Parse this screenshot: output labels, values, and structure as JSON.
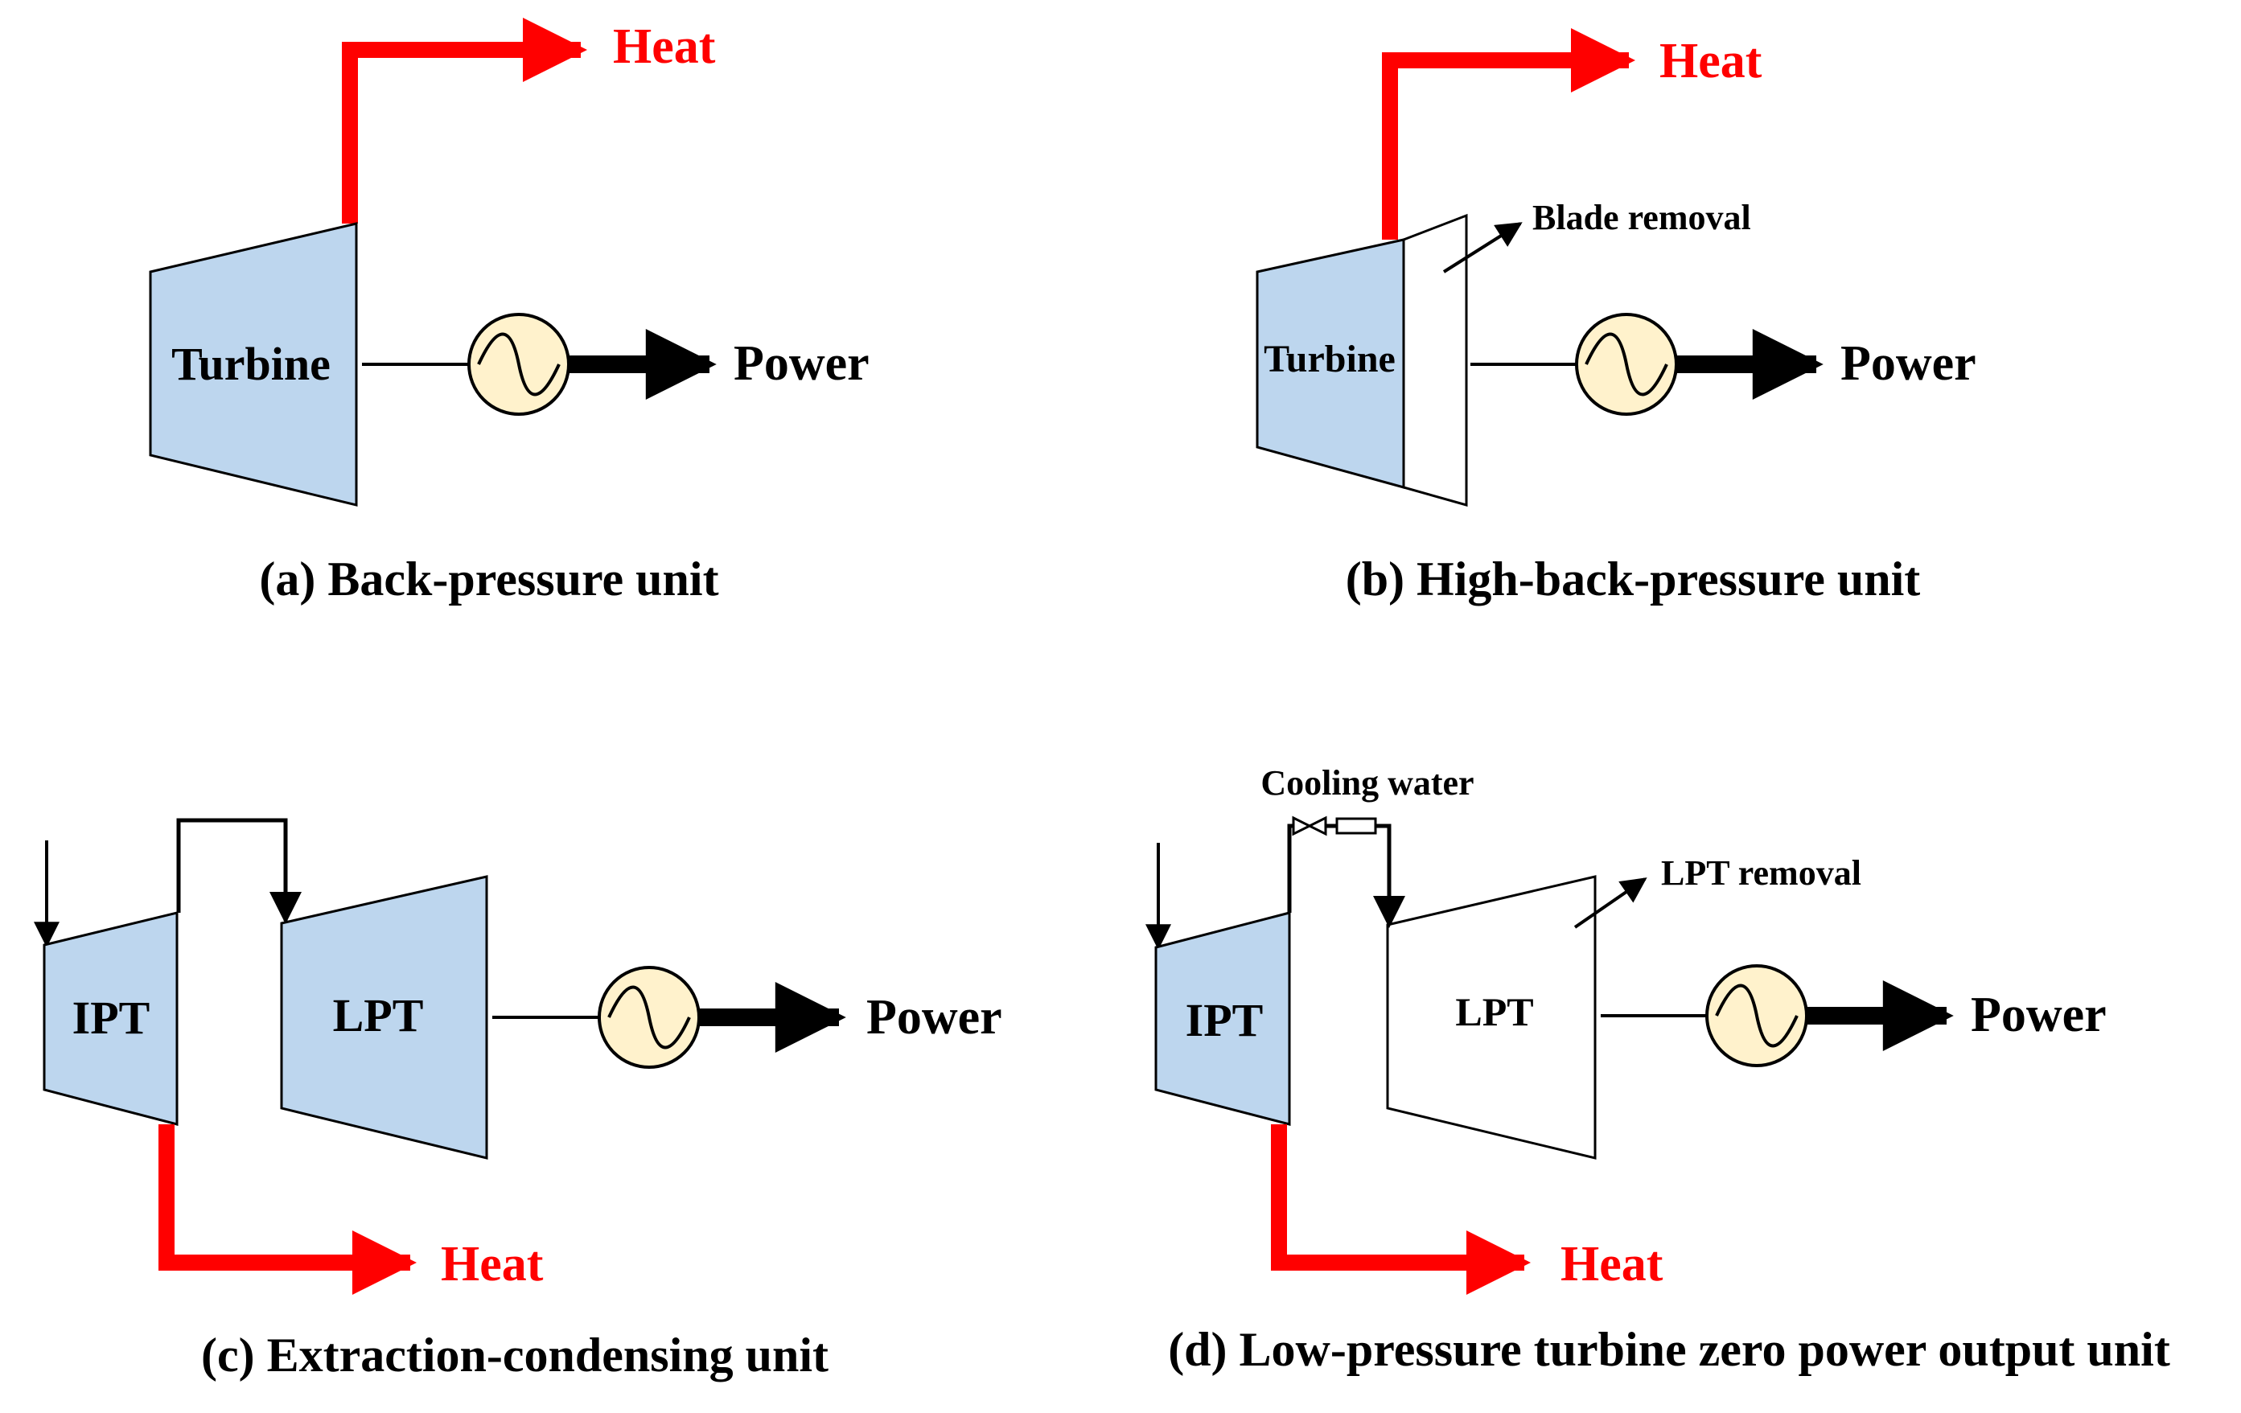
{
  "colors": {
    "turbine_fill": "#bdd6ee",
    "heat_line": "#ff0000",
    "generator_fill": "#fff2cc",
    "stroke": "#000000",
    "background": "#ffffff"
  },
  "icons": {
    "generator": "generator-sine-icon",
    "valve": "valve-icon"
  },
  "panels": {
    "a": {
      "caption": "(a) Back-pressure unit",
      "turbine_label": "Turbine",
      "heat_label": "Heat",
      "power_label": "Power"
    },
    "b": {
      "caption": "(b) High-back-pressure unit",
      "turbine_label": "Turbine",
      "heat_label": "Heat",
      "power_label": "Power",
      "annotation": "Blade removal"
    },
    "c": {
      "caption": "(c) Extraction-condensing unit",
      "ipt_label": "IPT",
      "lpt_label": "LPT",
      "heat_label": "Heat",
      "power_label": "Power"
    },
    "d": {
      "caption": "(d) Low-pressure turbine zero power output unit",
      "ipt_label": "IPT",
      "lpt_label": "LPT",
      "heat_label": "Heat",
      "power_label": "Power",
      "cooling_label": "Cooling water",
      "annotation": "LPT removal"
    }
  }
}
